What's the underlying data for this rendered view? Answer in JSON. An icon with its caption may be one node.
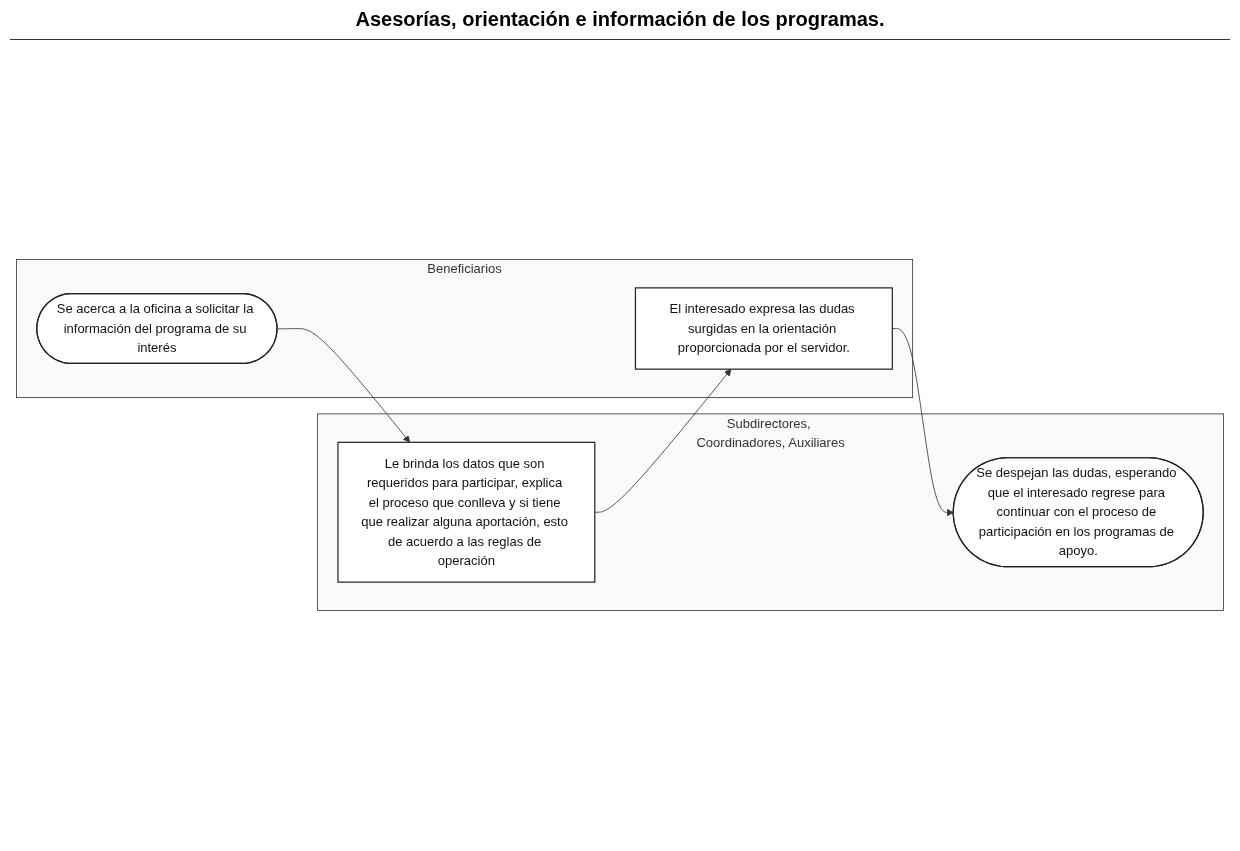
{
  "diagram": {
    "title": "Asesorías, orientación e información de los programas.",
    "nodes": [
      {
        "text": [
          "Subdirectores, Coordinadores, Auxiliares"
        ]
      },
      {
        "text": [
          "Beneficiarios"
        ]
      },
      {
        "text": [
          "Se acerca a la oficina a solicitar la información del programa de su interés"
        ],
        "in": 1
      },
      {
        "text": [
          "Le brinda los datos que son requeridos para participar, explica el proceso que conlleva y si tiene que realizar alguna aportación, esto de acuerdo a las reglas de operación"
        ],
        "in": 0
      },
      {
        "text": [
          "El interesado expresa las dudas surgidas en la orientación proporcionada por el servidor."
        ],
        "in": 1
      },
      {
        "text": [
          "Se despejan las dudas, esperando que el interesado regrese para continuar con el proceso de participación en los programas de apoyo."
        ],
        "in": 0
      }
    ],
    "edges": [
      {
        "from": 2,
        "to": 3,
        "arrow": "to"
      },
      {
        "from": 3,
        "to": 4,
        "arrow": "to"
      },
      {
        "from": 4,
        "to": 5,
        "arrow": "to"
      }
    ]
  }
}
